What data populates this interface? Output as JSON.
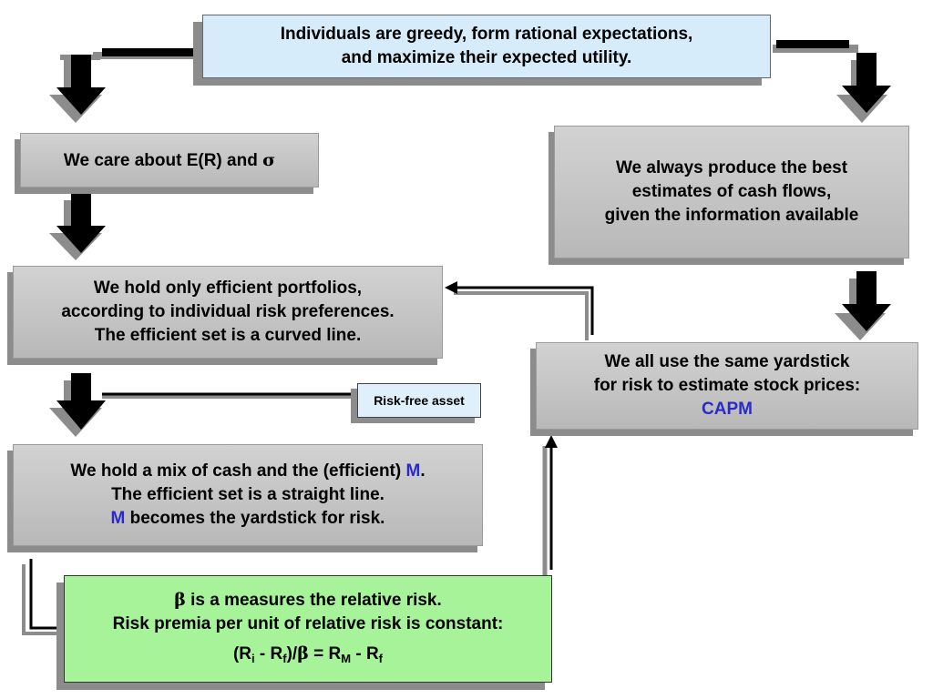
{
  "diagram": {
    "accent_color": "#2a2ac8",
    "top_box": {
      "lines": [
        "Individuals are greedy, form rational expectations,",
        "and maximize their expected utility."
      ]
    },
    "care_box": {
      "text": "We care about E(R) and ",
      "sigma": "σ"
    },
    "cashflow_box": {
      "lines": [
        "We always produce the best",
        "estimates of cash flows,",
        "given the information available"
      ]
    },
    "efficient_box": {
      "lines": [
        "We hold only efficient portfolios,",
        "according to individual risk preferences.",
        "The efficient set is a curved line."
      ]
    },
    "yardstick_box": {
      "lines": [
        "We all use the same yardstick",
        "for risk to estimate stock prices:"
      ],
      "highlight": "CAPM"
    },
    "riskfree_label": "Risk-free asset",
    "mix_box": {
      "line1_start": "We hold a mix of cash and the (efficient) ",
      "line1_m": "M",
      "line1_end": ".",
      "line2": "The efficient set is a straight line.",
      "line3_m": "M",
      "line3_end": " becomes the yardstick for risk."
    },
    "beta_box": {
      "line1_beta": "β",
      "line1_rest": " is a measures the relative risk.",
      "line2": "Risk premia per unit of relative risk is constant:",
      "formula": {
        "open": "(R",
        "i": "i",
        "minus1": " - R",
        "f1": "f",
        "div": ")/",
        "beta": "β",
        "eq": " = R",
        "M": "M",
        "minus2": " - R",
        "f2": "f"
      }
    }
  }
}
